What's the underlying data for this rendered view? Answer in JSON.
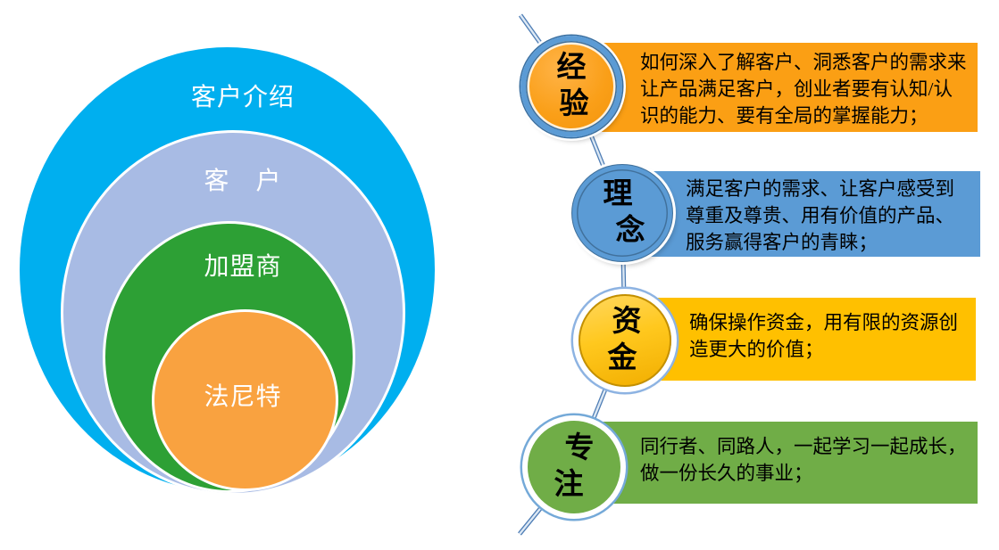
{
  "page": {
    "background_color": "#FFFFFF"
  },
  "left_diagram": {
    "type": "stacked-venn",
    "rings": [
      {
        "label": "客户介绍",
        "color": "#00AFEF",
        "text_color": "#FFFFFF"
      },
      {
        "label": "客　户",
        "color": "#A8BBE4",
        "text_color": "#FFFFFF"
      },
      {
        "label": "加盟商",
        "color": "#2DA035",
        "text_color": "#FFFFFF"
      },
      {
        "label": "法尼特",
        "color": "#F9A240",
        "text_color": "#FFFFFF"
      }
    ]
  },
  "right_steps": {
    "connector_color": "#4E7DB5",
    "items": [
      {
        "label": "经验",
        "label_chars": [
          "经",
          "验"
        ],
        "desc": "如何深入了解客户、洞悉客户的需求来让产品满足客户，创业者要有认知/认识的能力、要有全局的掌握能力；",
        "circle_color": "#FA9F18",
        "box_color": "#FB9F14"
      },
      {
        "label": "理念",
        "label_chars": [
          "理",
          "念"
        ],
        "desc": "满足客户的需求、让客户感受到尊重及尊贵、用有价值的产品、服务赢得客户的青睐；",
        "circle_color": "#5B9BD5",
        "box_color": "#5B9BD5"
      },
      {
        "label": "资金",
        "label_chars": [
          "资",
          "金"
        ],
        "desc": "确保操作资金，用有限的资源创造更大的价值；",
        "circle_color": "#FFC81E",
        "box_color": "#FFC000"
      },
      {
        "label": "专注",
        "label_chars": [
          "专",
          "注"
        ],
        "desc": "同行者、同路人，一起学习一起成长，做一份长久的事业；",
        "circle_color": "#70AD47",
        "box_color": "#70AD47"
      }
    ]
  }
}
